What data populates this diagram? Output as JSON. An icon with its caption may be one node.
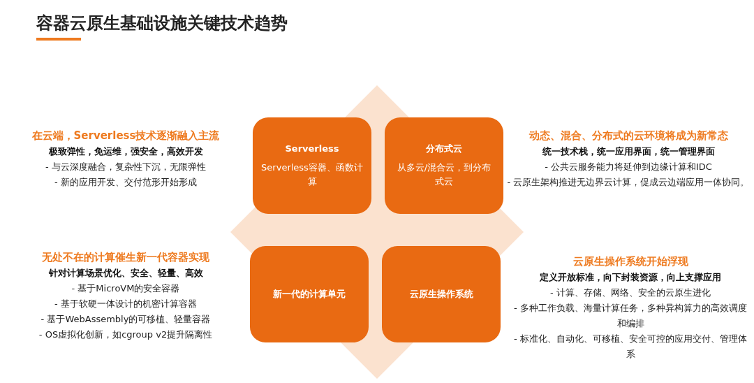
{
  "diagram": {
    "title": "容器云原生基础设施关键技术趋势",
    "nodes": [
      {
        "text": [
          "Serverless",
          "Serverless容器、函数计算"
        ],
        "beside": [
          "在云端，Serverless技术逐渐融入主流",
          "极致弹性，免运维，强安全，高效开发",
          "- 与云深度融合，复杂性下沉，无限弹性",
          "- 新的应用开发、交付范形开始形成"
        ]
      },
      {
        "text": [
          "分布式云",
          "从多云/混合云，到分布式云"
        ],
        "beside": [
          "动态、混合、分布式的云环境将成为新常态",
          "统一技术栈，统一应用界面，统一管理界面",
          "- 公共云服务能力将延伸到边缘计算和IDC",
          "- 云原生架构推进无边界云计算，促成云边端应用一体协同。"
        ]
      },
      {
        "text": [
          "新一代的计算单元"
        ],
        "beside": [
          "无处不在的计算催生新一代容器实现",
          "针对计算场景优化、安全、轻量、高效",
          "- 基于MicroVM的安全容器",
          "- 基于软硬一体设计的机密计算容器",
          "- 基于WebAssembly的可移植、轻量容器",
          "- OS虚拟化创新，如cgroup v2提升隔离性"
        ]
      },
      {
        "text": [
          "云原生操作系统"
        ],
        "beside": [
          "云原生操作系统开始浮现",
          "定义开放标准，向下封装资源，向上支撑应用",
          "- 计算、存储、网络、安全的云原生进化",
          "- 多种工作负载、海量计算任务，多种异构算力的高效调度和编排",
          "- 标准化、自动化、可移植、安全可控的应用交付、管理体系"
        ]
      }
    ]
  }
}
